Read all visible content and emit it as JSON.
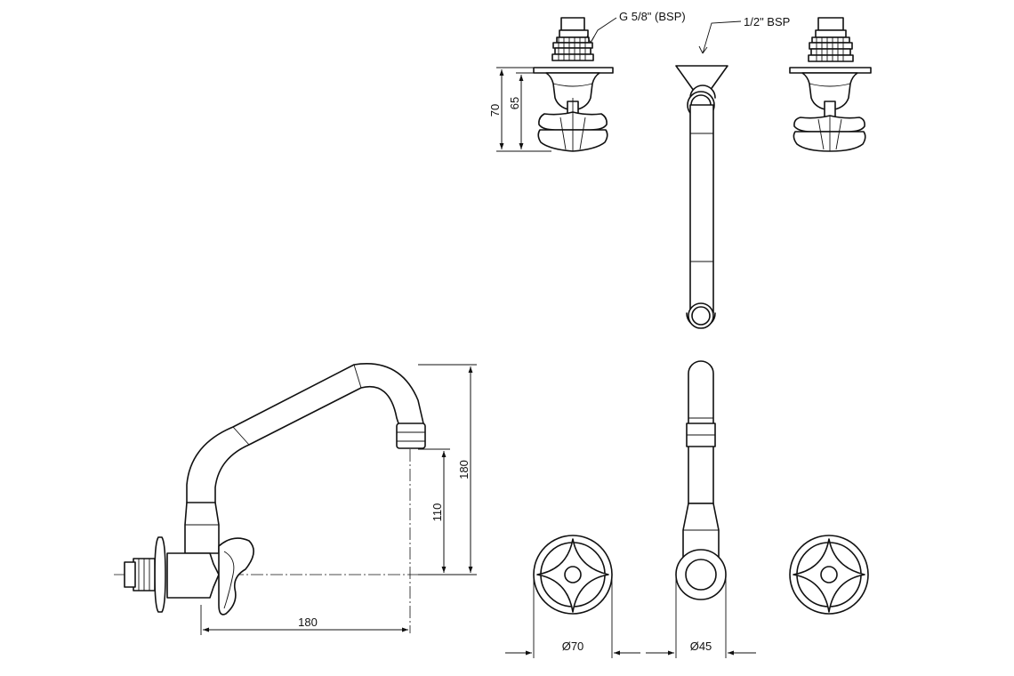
{
  "labels": {
    "thread_inlet": "G 5/8\" (BSP)",
    "thread_outlet": "1/2\" BSP",
    "dim_70_height": "70",
    "dim_65_height": "65",
    "dim_110": "110",
    "dim_180_height": "180",
    "dim_180_reach": "180",
    "dia_70": "Ø70",
    "dia_45": "Ø45"
  }
}
